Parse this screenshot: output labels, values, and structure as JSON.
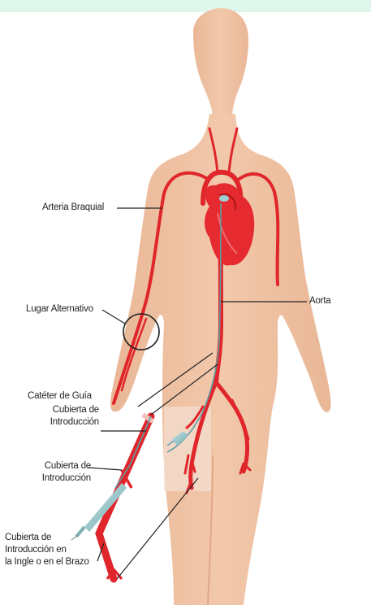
{
  "colors": {
    "skin": "#efc2a4",
    "skin_shadow": "#e4b091",
    "artery": "#e0262b",
    "artery_dark": "#b81a1f",
    "heart": "#e52a30",
    "catheter": "#8fc7c9",
    "leader": "#222222",
    "top_band": "#dff7ea"
  },
  "labels": {
    "brachial_artery": "Arteria Braquial",
    "alternative_site": "Lugar Alternativo",
    "aorta": "Aorta",
    "guide_catheter": "Catéter de Guía",
    "sheath_1_line1": "Cubierta de",
    "sheath_1_line2": "Introducción",
    "sheath_2_line1": "Cubierta de",
    "sheath_2_line2": "Introducción",
    "sheath_3_line1": "Cubierta de",
    "sheath_3_line2": "Introducción en",
    "sheath_3_line3": "la Ingle o en el Brazo"
  }
}
